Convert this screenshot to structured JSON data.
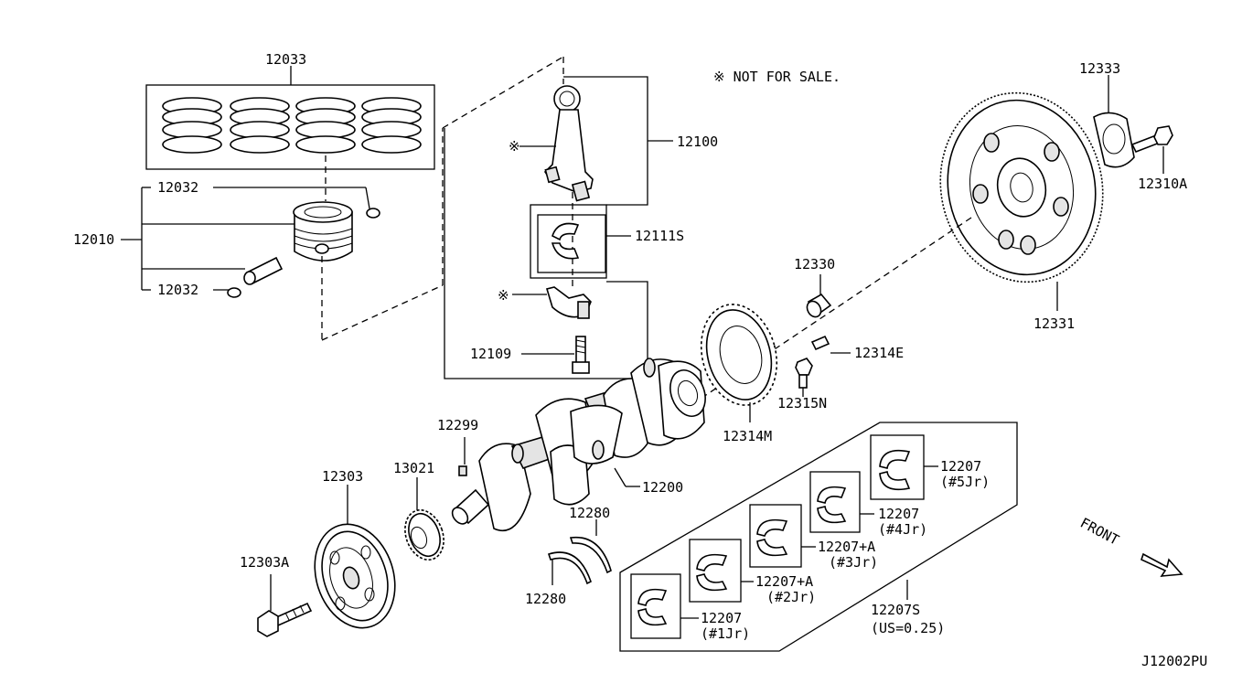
{
  "note": "※ NOT FOR SALE.",
  "diagram_code": "J12002PU",
  "front_label": "FRONT",
  "labels": {
    "p12033": "12033",
    "p12032_top": "12032",
    "p12010": "12010",
    "p12032_bottom": "12032",
    "p12100": "12100",
    "p12111s": "12111S",
    "p12109": "12109",
    "p12330": "12330",
    "p12333": "12333",
    "p12310a": "12310A",
    "p12331": "12331",
    "p12314e": "12314E",
    "p12315n": "12315N",
    "p12314m": "12314M",
    "p12299": "12299",
    "p12303": "12303",
    "p13021": "13021",
    "p12200": "12200",
    "p12280_top": "12280",
    "p12280_bottom": "12280",
    "p12303a": "12303A",
    "p12207_5": "12207",
    "p12207_5_sub": "(#5Jr)",
    "p12207_4": "12207",
    "p12207_4_sub": "(#4Jr)",
    "p12207a_3": "12207+A",
    "p12207a_3_sub": "(#3Jr)",
    "p12207a_2": "12207+A",
    "p12207a_2_sub": "(#2Jr)",
    "p12207_1": "12207",
    "p12207_1_sub": "(#1Jr)",
    "p12207s": "12207S",
    "p12207s_sub": "(US=0.25)",
    "not_for_sale_mark_1": "※",
    "not_for_sale_mark_2": "※"
  }
}
